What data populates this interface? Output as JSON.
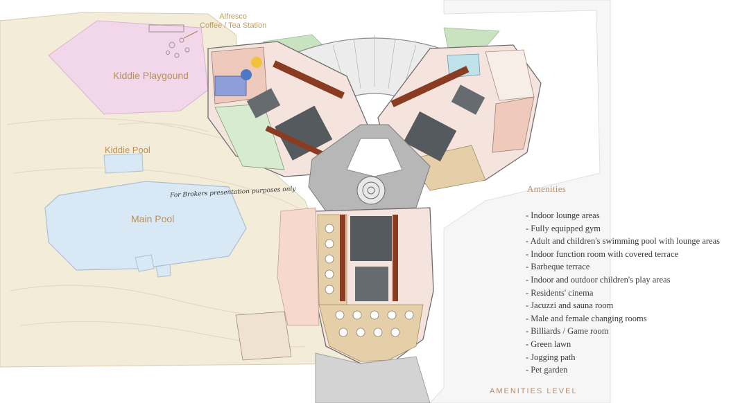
{
  "map_labels": {
    "alfresco_line1": "Alfresco",
    "alfresco_line2": "Coffee / Tea Station",
    "kiddie_playground": "Kiddie Playgound",
    "kiddie_pool": "Kiddie Pool",
    "main_pool": "Main Pool",
    "brokers_note": "For Brokers presentation purposes only"
  },
  "amenities": {
    "title": "Amenities",
    "items": [
      "Indoor lounge areas",
      "Fully equipped gym",
      "Adult and children's swimming pool with lounge areas",
      "Indoor function room with covered terrace",
      "Barbeque terrace",
      "Indoor and outdoor children's play areas",
      "Residents' cinema",
      " Jacuzzi and sauna room",
      "Male and female changing rooms",
      "Billiards / Game room",
      "Green lawn",
      "Jogging path",
      "Pet garden"
    ]
  },
  "footer": {
    "label": "AMENITIES LEVEL"
  },
  "colors": {
    "lawn": "#f3ecd9",
    "pool": "#d8e8f4",
    "playground": "#f2d6ea",
    "green": "#c9e2c0",
    "core": "#555a5e",
    "wood": "#8a3c22",
    "pink_room": "#efc9bc",
    "amenity_text": "#b88a66"
  }
}
